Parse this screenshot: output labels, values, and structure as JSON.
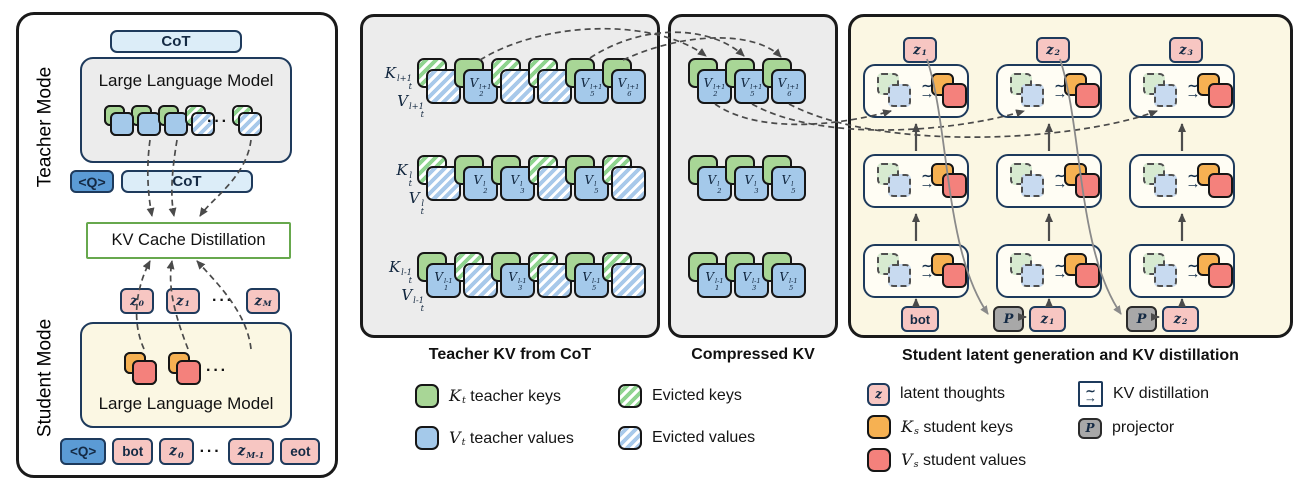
{
  "figure": {
    "left": {
      "teacher_mode_label": "Teacher Mode",
      "student_mode_label": "Student Mode",
      "cot_top": "CoT",
      "teacher_llm_title": "Large Language Model",
      "q_token_mid": "<Q>",
      "cot_mid": "CoT",
      "distill_box_label": "KV Cache Distillation",
      "teacher_tokens": [
        {
          "key": "solid",
          "val": "evicted"
        },
        {
          "key": "solid",
          "val": "solid"
        },
        {
          "key": "solid",
          "val": "solid"
        },
        {
          "key": "evicted",
          "val": "evicted"
        },
        {
          "ellipsis": true,
          "text": "···"
        },
        {
          "key": "solid",
          "val": "solid"
        },
        {
          "key": "evicted",
          "val": "evicted"
        }
      ],
      "student_z_tokens": [
        {
          "text": "z_0",
          "math": true
        },
        {
          "text": "z_1",
          "math": true
        },
        {
          "ellipsis": true,
          "text": "···"
        },
        {
          "text": "z_M",
          "math": true
        }
      ],
      "student_pairs": [
        {
          "pair": true
        },
        {
          "pair": true
        },
        {
          "ellipsis": true,
          "text": "···"
        },
        {
          "pair": true
        }
      ],
      "student_llm_title": "Large Language Model",
      "bottom_tokens": [
        {
          "text": "<Q>",
          "variant": "blue"
        },
        {
          "text": "bot",
          "variant": "pink"
        },
        {
          "text": "z_0",
          "variant": "pink",
          "math": true
        },
        {
          "ellipsis": true,
          "text": "···"
        },
        {
          "text": "z_{M-1}",
          "variant": "pink",
          "math": true
        },
        {
          "text": "eot",
          "variant": "pink"
        }
      ]
    },
    "teacher_kv": {
      "caption": "Teacher KV from CoT",
      "rows": [
        {
          "k_label": "K_t^{l+1}",
          "v_label": "V_t^{l+1}",
          "tokens": [
            {
              "key": "evicted",
              "val": "evicted"
            },
            {
              "key": "solid",
              "val": "solid",
              "label": "V_2^{l+1}"
            },
            {
              "key": "evicted",
              "val": "evicted"
            },
            {
              "key": "evicted",
              "val": "evicted"
            },
            {
              "key": "solid",
              "val": "solid",
              "label": "V_5^{l+1}"
            },
            {
              "key": "solid",
              "val": "solid",
              "label": "V_6^{l+1}"
            }
          ]
        },
        {
          "k_label": "K_t^{l}",
          "v_label": "V_t^{l}",
          "tokens": [
            {
              "key": "evicted",
              "val": "evicted"
            },
            {
              "key": "solid",
              "val": "solid",
              "label": "V_2^{l}"
            },
            {
              "key": "solid",
              "val": "solid",
              "label": "V_3^{l}"
            },
            {
              "key": "evicted",
              "val": "evicted"
            },
            {
              "key": "solid",
              "val": "solid",
              "label": "V_5^{l}"
            },
            {
              "key": "evicted",
              "val": "evicted"
            }
          ]
        },
        {
          "k_label": "K_t^{l-1}",
          "v_label": "V_t^{l-1}",
          "tokens": [
            {
              "key": "solid",
              "val": "solid",
              "label": "V_1^{l-1}"
            },
            {
              "key": "evicted",
              "val": "evicted"
            },
            {
              "key": "solid",
              "val": "solid",
              "label": "V_3^{l-1}"
            },
            {
              "key": "evicted",
              "val": "evicted"
            },
            {
              "key": "solid",
              "val": "solid",
              "label": "V_5^{l-1}"
            },
            {
              "key": "evicted",
              "val": "evicted"
            }
          ]
        }
      ]
    },
    "compressed": {
      "caption": "Compressed KV",
      "rows": [
        [
          {
            "label": "V_2^{l+1}"
          },
          {
            "label": "V_5^{l+1}"
          },
          {
            "label": "V_6^{l+1}"
          }
        ],
        [
          {
            "label": "V_2^{l}"
          },
          {
            "label": "V_3^{l}"
          },
          {
            "label": "V_5^{l}"
          }
        ],
        [
          {
            "label": "V_1^{l-1}"
          },
          {
            "label": "V_3^{l-1}"
          },
          {
            "label": "V_5^{l-1}"
          }
        ]
      ]
    },
    "student": {
      "caption": "Student latent generation and KV distillation",
      "z_labels": [
        "z_1",
        "z_2",
        "z_3"
      ],
      "approx_tilde": "∼",
      "approx_arrow": "→",
      "rows_per_column": 3,
      "columns": [
        {
          "bottom": [
            {
              "text": "bot",
              "variant": "pink"
            }
          ]
        },
        {
          "bottom": [
            {
              "text": "P",
              "variant": "gray"
            },
            {
              "text": "z_1",
              "variant": "pink",
              "math": true
            }
          ]
        },
        {
          "bottom": [
            {
              "text": "P",
              "variant": "gray"
            },
            {
              "text": "z_2",
              "variant": "pink",
              "math": true
            }
          ]
        }
      ]
    },
    "legend_kv": {
      "col1": [
        {
          "swatch": "key-solid",
          "sym": "K_t",
          "text": "teacher keys"
        },
        {
          "swatch": "val-solid",
          "sym": "V_t",
          "text": "teacher values"
        }
      ],
      "col2": [
        {
          "swatch": "key-evicted",
          "text": "Evicted keys"
        },
        {
          "swatch": "val-evicted",
          "text": "Evicted values"
        }
      ]
    },
    "legend_student": {
      "col1": [
        {
          "swatch": "z-token",
          "sym_in_swatch": "z",
          "text": "latent thoughts"
        },
        {
          "swatch": "k-student",
          "sym": "K_s",
          "text": "student keys"
        },
        {
          "swatch": "v-student",
          "sym": "V_s",
          "text": "student values"
        }
      ],
      "col2": [
        {
          "swatch": "distill",
          "text": "KV distillation"
        },
        {
          "swatch": "projector",
          "sym_in_swatch": "P",
          "text": "projector"
        }
      ]
    },
    "colors": {
      "teacher_key": "#a8d696",
      "teacher_value": "#a4c9ea",
      "student_key": "#f6b152",
      "student_value": "#f4817c",
      "latent_pink": "#f7c6c2",
      "query_blue": "#5b9bd5",
      "panel_gray": "#ececec",
      "panel_cream": "#fbf7e3",
      "distill_green": "#67a84d",
      "projector_gray": "#a8a8a8"
    }
  }
}
